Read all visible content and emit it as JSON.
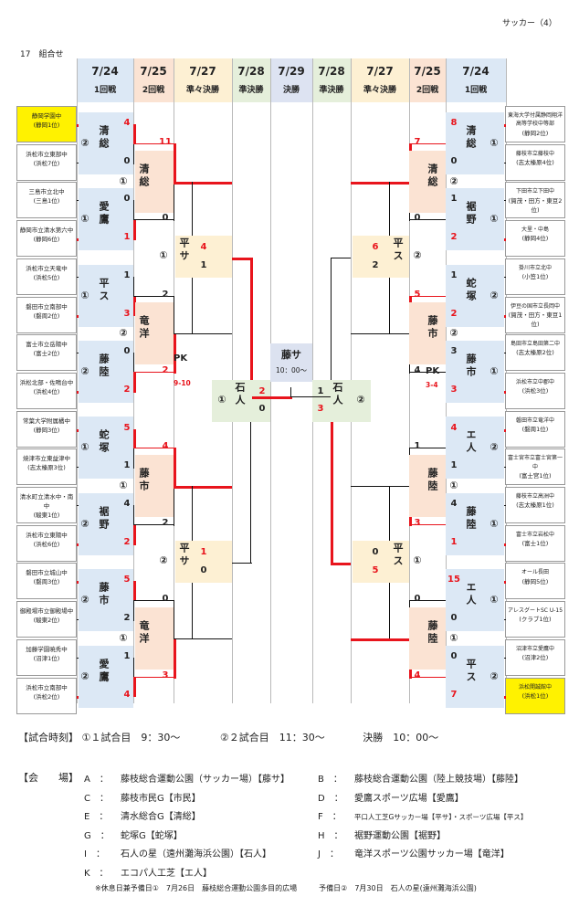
{
  "page": {
    "corner": "サッカー（4）",
    "section": "17　組合せ",
    "center_match": "藤サ",
    "center_time": "10：00～"
  },
  "headers": [
    {
      "date": "7/24",
      "round": "1回戦"
    },
    {
      "date": "7/25",
      "round": "2回戦"
    },
    {
      "date": "7/27",
      "round": "準々決勝"
    },
    {
      "date": "7/28",
      "round": "準決勝"
    },
    {
      "date": "7/29",
      "round": "決勝"
    },
    {
      "date": "7/28",
      "round": "準決勝"
    },
    {
      "date": "7/27",
      "round": "準々決勝"
    },
    {
      "date": "7/25",
      "round": "2回戦"
    },
    {
      "date": "7/24",
      "round": "1回戦"
    }
  ],
  "left_teams": [
    {
      "name": "静岡学園中",
      "sub": "(静岡1位)",
      "highlight": true
    },
    {
      "name": "浜松市立東部中",
      "sub": "(浜松7位)"
    },
    {
      "name": "三島市立北中",
      "sub": "(三島1位)"
    },
    {
      "name": "静岡市立清水第六中",
      "sub": "(静岡6位)"
    },
    {
      "name": "浜松市立天竜中",
      "sub": "(浜松5位)"
    },
    {
      "name": "磐田市立南部中",
      "sub": "(磐周2位)"
    },
    {
      "name": "富士市立岳陽中",
      "sub": "(富士2位)"
    },
    {
      "name": "浜松北部・佐鳴台中",
      "sub": "(浜松4位)"
    },
    {
      "name": "常葉大学附属橘中",
      "sub": "(静岡3位)"
    },
    {
      "name": "焼津市立東益津中",
      "sub": "(志太榛原3位)"
    },
    {
      "name": "清水町立清水中・南中",
      "sub": "(駿東1位)"
    },
    {
      "name": "浜松市立東陽中",
      "sub": "(浜松6位)"
    },
    {
      "name": "磐田市立城山中",
      "sub": "(磐周3位)"
    },
    {
      "name": "御殿場市立御殿場中",
      "sub": "(駿東2位)"
    },
    {
      "name": "加藤学園暁秀中",
      "sub": "(沼津1位)"
    },
    {
      "name": "浜松市立南部中",
      "sub": "(浜松2位)"
    }
  ],
  "right_teams": [
    {
      "name": "東海大学付属静岡翔洋高等学校中等部",
      "sub": "(静岡2位)"
    },
    {
      "name": "藤枝市立藤枝中",
      "sub": "(志太榛原4位)"
    },
    {
      "name": "下田市立下田中",
      "sub": "(賀茂・田方・東豆2位)"
    },
    {
      "name": "大里・中島",
      "sub": "(静岡4位)"
    },
    {
      "name": "掛川市立北中",
      "sub": "(小笠1位)"
    },
    {
      "name": "伊豆の国市立長岡中",
      "sub": "(賀茂・田方・東豆1位)"
    },
    {
      "name": "島田市立島田第二中",
      "sub": "(志太榛原2位)"
    },
    {
      "name": "浜松市立中郡中",
      "sub": "(浜松3位)"
    },
    {
      "name": "磐田市立竜洋中",
      "sub": "(磐周1位)"
    },
    {
      "name": "富士宮市立富士宮第一中",
      "sub": "(富士宮1位)"
    },
    {
      "name": "藤枝市立高洲中",
      "sub": "(志太榛原1位)"
    },
    {
      "name": "富士市立岩松中",
      "sub": "(富士1位)"
    },
    {
      "name": "オール長田",
      "sub": "(静岡5位)"
    },
    {
      "name": "アレスグートSC U-15",
      "sub": "(クラブ1位)"
    },
    {
      "name": "沼津市立愛鷹中",
      "sub": "(沼津2位)"
    },
    {
      "name": "浜松開誠館中",
      "sub": "(浜松1位)",
      "highlight": true
    }
  ],
  "left_r1": [
    {
      "code": "清総",
      "no": "②",
      "s1": "4",
      "s2": "0",
      "top_win": true
    },
    {
      "code": "愛鷹",
      "no": "①",
      "s1": "0",
      "s2": "1",
      "top_win": false
    },
    {
      "code": "平ス",
      "no": "①",
      "s1": "1",
      "s2": "3",
      "top_win": false
    },
    {
      "code": "藤陸",
      "no": "②",
      "s1": "0",
      "s2": "2",
      "top_win": false
    },
    {
      "code": "蛇塚",
      "no": "①",
      "s1": "5",
      "s2": "1",
      "top_win": true
    },
    {
      "code": "裾野",
      "no": "②",
      "s1": "4",
      "s2": "2",
      "top_win": false
    },
    {
      "code": "藤市",
      "no": "②",
      "s1": "5",
      "s2": "2",
      "top_win": true
    },
    {
      "code": "愛鷹",
      "no": "②",
      "s1": "1",
      "s2": "4",
      "top_win": false
    }
  ],
  "right_r1": [
    {
      "code": "清総",
      "no": "①",
      "s1": "8",
      "s2": "0",
      "top_win": true
    },
    {
      "code": "裾野",
      "no": "①",
      "s1": "1",
      "s2": "2",
      "top_win": false
    },
    {
      "code": "蛇塚",
      "no": "②",
      "s1": "1",
      "s2": "2",
      "top_win": false
    },
    {
      "code": "藤市",
      "no": "①",
      "s1": "3",
      "s2": "3",
      "top_win": false
    },
    {
      "code": "エ人",
      "no": "②",
      "s1": "4",
      "s2": "1",
      "top_win": true
    },
    {
      "code": "藤陸",
      "no": "①",
      "s1": "4",
      "s2": "1",
      "top_win": false
    },
    {
      "code": "エ人",
      "no": "①",
      "s1": "15",
      "s2": "0",
      "top_win": true
    },
    {
      "code": "平ス",
      "no": "②",
      "s1": "0",
      "s2": "7",
      "top_win": false
    }
  ],
  "left_r2": [
    {
      "code": "清総",
      "no": "①",
      "s1": "11",
      "s2": "0",
      "top_win": true
    },
    {
      "code": "竜洋",
      "no": "②",
      "s1": "2",
      "s2": "2",
      "pk": "9-10",
      "top_win": false
    },
    {
      "code": "藤市",
      "no": "①",
      "s1": "4",
      "s2": "2",
      "top_win": true
    },
    {
      "code": "竜洋",
      "no": "①",
      "s1": "0",
      "s2": "3",
      "top_win": false
    }
  ],
  "right_r2": [
    {
      "code": "清総",
      "no": "②",
      "s1": "7",
      "s2": "0",
      "top_win": true
    },
    {
      "code": "藤市",
      "no": "②",
      "s1": "5",
      "s2": "4",
      "pk": "3-4",
      "top_win": true
    },
    {
      "code": "藤陸",
      "no": "①",
      "s1": "1",
      "s2": "3",
      "top_win": false
    },
    {
      "code": "藤陸",
      "no": "①",
      "s1": "0",
      "s2": "4",
      "top_win": false
    }
  ],
  "left_qf": [
    {
      "code": "平サ",
      "no": "①",
      "s1": "4",
      "s2": "1"
    },
    {
      "code": "平サ",
      "no": "②",
      "s1": "1",
      "s2": "0"
    }
  ],
  "right_qf": [
    {
      "code": "平ス",
      "no": "②",
      "s1": "6",
      "s2": "2"
    },
    {
      "code": "平ス",
      "no": "①",
      "s1": "0",
      "s2": "5"
    }
  ],
  "left_sf": {
    "code": "石人",
    "no": "①",
    "s1": "2",
    "s2": "0"
  },
  "right_sf": {
    "code": "石人",
    "no": "②",
    "s1": "1",
    "s2": "3"
  },
  "pk_label": "PK",
  "footer": {
    "time_label": "【試合時刻】",
    "t1": "①１試合目　9：30～",
    "t2": "②２試合目　11：30～",
    "t3": "決勝　10：00～",
    "venue_label": "【会　　場】",
    "venues": [
      {
        "k": "A　：",
        "v": "藤枝総合運動公園（サッカー場）【藤サ】"
      },
      {
        "k": "B　：",
        "v": "藤枝総合運動公園（陸上競技場）【藤陸】"
      },
      {
        "k": "C　：",
        "v": "藤枝市民G【市民】"
      },
      {
        "k": "D　：",
        "v": "愛鷹スポーツ広場【愛鷹】"
      },
      {
        "k": "E　：",
        "v": "清水総合G【清総】"
      },
      {
        "k": "F　：",
        "v": "平口人工芝Gサッカー場【平サ】・スポーツ広場【平ス】"
      },
      {
        "k": "G　：",
        "v": "蛇塚G【蛇塚】"
      },
      {
        "k": "H　：",
        "v": "裾野運動公園【裾野】"
      },
      {
        "k": "I　：",
        "v": "石人の星（遠州灘海浜公園）【石人】"
      },
      {
        "k": "J　：",
        "v": "竜洋スポーツ公園サッカー場【竜洋】"
      },
      {
        "k": "K　：",
        "v": "エコパ人工芝【エ人】"
      }
    ],
    "note": "※休息日兼予備日①　7月26日　藤枝総合運動公園多目的広場　　　予備日②　7月30日　石人の星(遠州灘海浜公園)"
  }
}
